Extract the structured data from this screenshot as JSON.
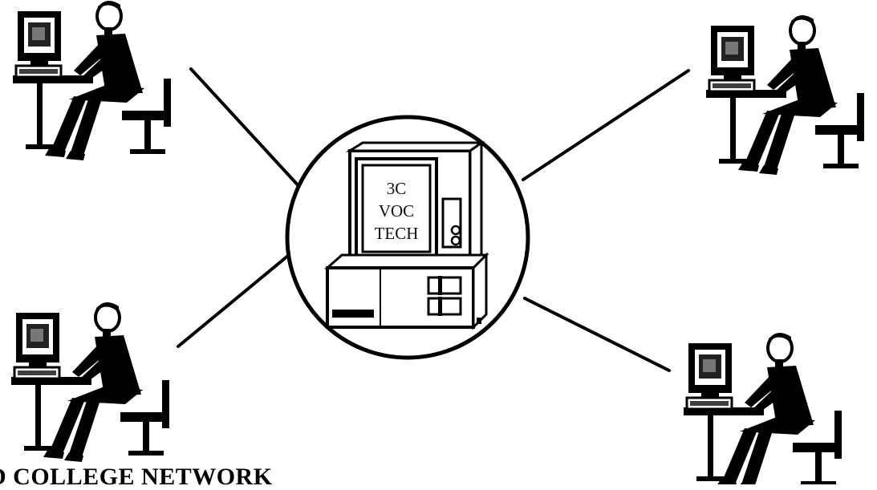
{
  "server": {
    "screen_lines": [
      "3C",
      "VOC",
      "TECH"
    ]
  },
  "caption": "D COLLEGE NETWORK",
  "colors": {
    "ink": "#000000",
    "background": "#ffffff"
  },
  "icons": {
    "server": "desktop-computer-icon",
    "user": "seated-computer-user-icon"
  }
}
